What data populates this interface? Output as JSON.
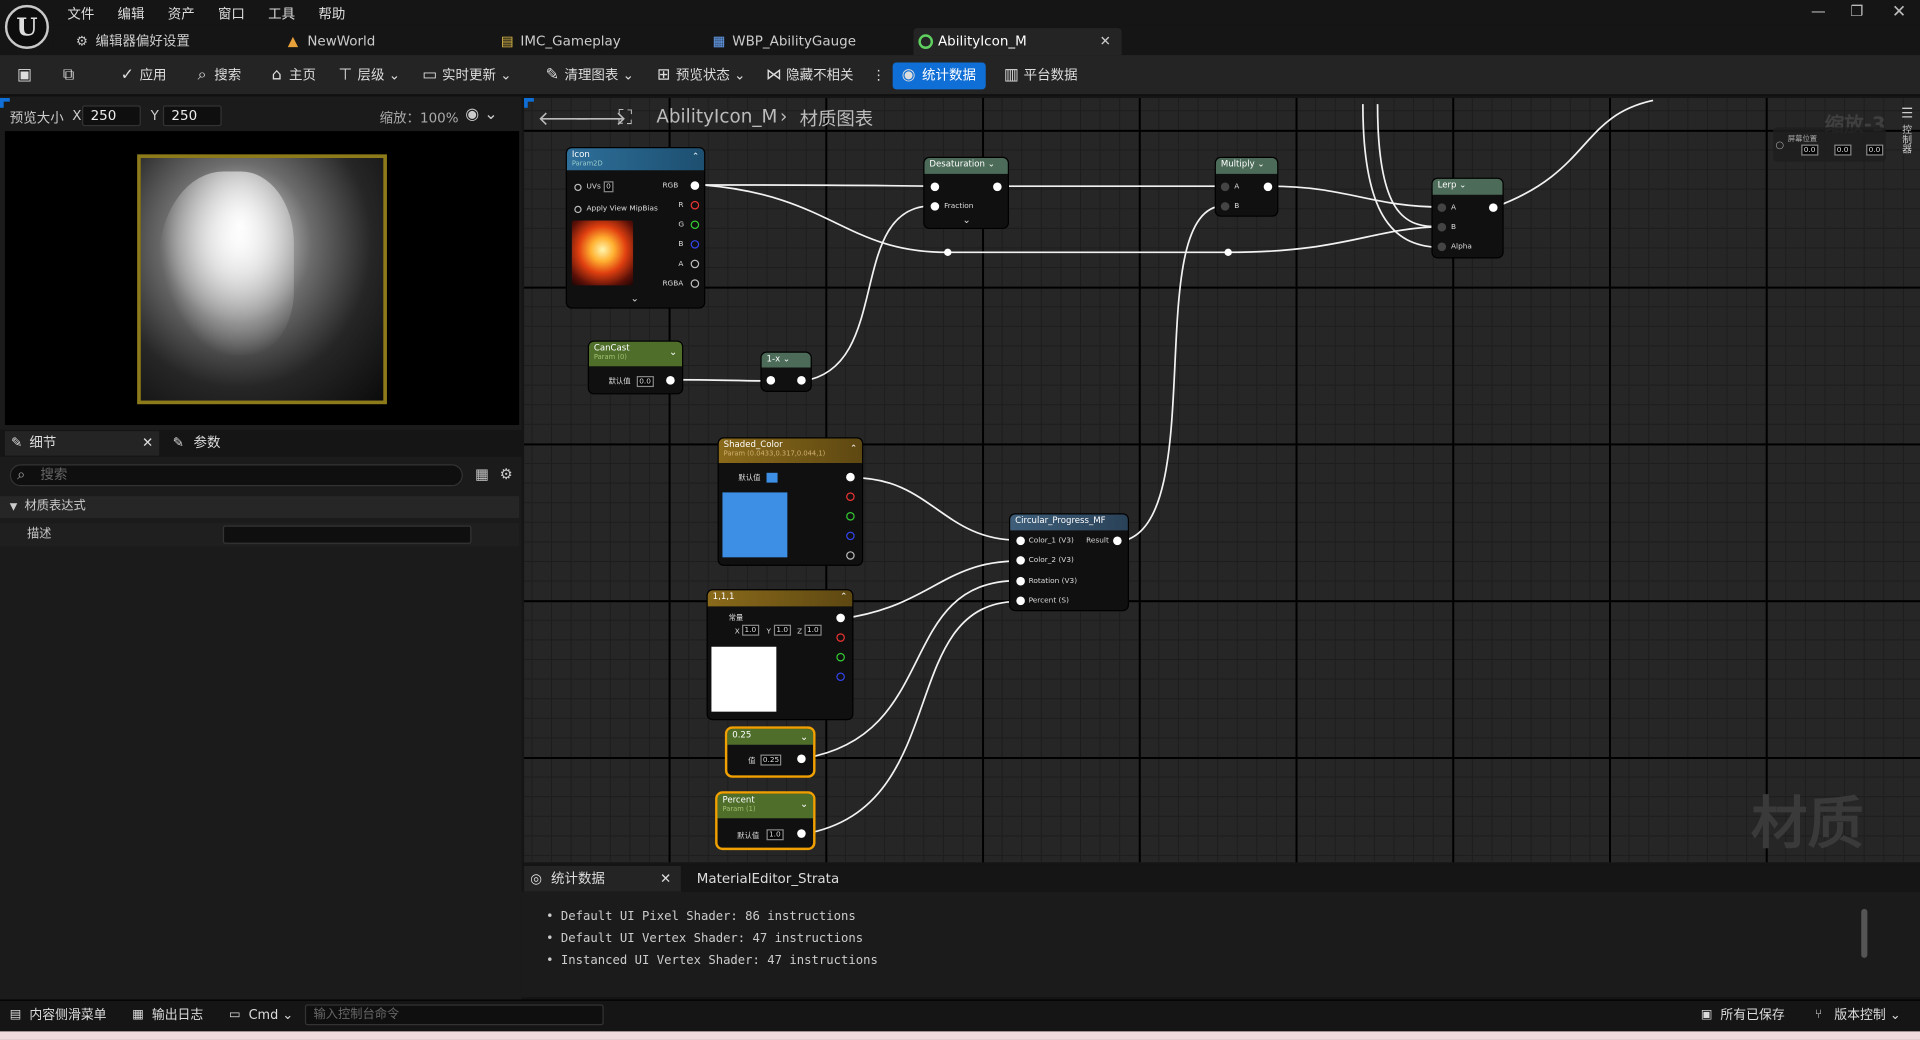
{
  "menu": {
    "items": [
      "文件",
      "编辑",
      "资产",
      "窗口",
      "工具",
      "帮助"
    ]
  },
  "tabs": [
    {
      "label": "编辑器偏好设置"
    },
    {
      "label": "NewWorld"
    },
    {
      "label": "IMC_Gameplay"
    },
    {
      "label": "WBP_AbilityGauge"
    },
    {
      "label": "AbilityIcon_M",
      "active": true
    }
  ],
  "toolbar": {
    "apply": "应用",
    "search": "搜索",
    "home": "主页",
    "hierarchy": "层级",
    "live_update": "实时更新",
    "clean_graph": "清理图表",
    "preview_state": "预览状态",
    "hide_unrelated": "隐藏不相关",
    "stats": "统计数据",
    "platform_stats": "平台数据"
  },
  "preview": {
    "size_label": "预览大小",
    "x_label": "X",
    "x_value": "250",
    "y_label": "Y",
    "y_value": "250",
    "zoom": "缩放：100%"
  },
  "details": {
    "tab_details": "细节",
    "tab_params": "参数",
    "search_placeholder": "搜索",
    "category": "材质表达式",
    "property_label": "描述"
  },
  "graph": {
    "breadcrumb_asset": "AbilityIcon_M",
    "breadcrumb_graph": "材质图表",
    "zoom": "缩放-3",
    "watermark": "材质",
    "screen_pos": "屏幕位置",
    "right_label": "控制器",
    "nodes": {
      "icon": {
        "title": "Icon",
        "sub": "Param2D",
        "uvs": "UVs",
        "uvs_val": "0",
        "mip": "Apply View MipBias",
        "out": [
          "RGB",
          "R",
          "G",
          "B",
          "A",
          "RGBA"
        ]
      },
      "desat": {
        "title": "Desaturation",
        "fraction": "Fraction"
      },
      "multiply": {
        "title": "Multiply",
        "a": "A",
        "b": "B"
      },
      "lerp": {
        "title": "Lerp",
        "a": "A",
        "b": "B",
        "alpha": "Alpha"
      },
      "cancast": {
        "title": "CanCast",
        "sub": "Param (0)",
        "label": "默认值",
        "value": "0.0"
      },
      "oneminus": {
        "title": "1-x"
      },
      "shaded": {
        "title": "Shaded_Color",
        "sub": "Param (0.0433,0.317,0.044,1)",
        "label": "默认值"
      },
      "circular": {
        "title": "Circular_Progress_MF",
        "inputs": [
          "Color_1 (V3)",
          "Color_2 (V3)",
          "Rotation (V3)",
          "Percent (S)"
        ],
        "result": "Result"
      },
      "const3": {
        "title": "1,1,1",
        "label": "常量",
        "x": "1.0",
        "y": "1.0",
        "z": "1.0"
      },
      "c025": {
        "title": "0.25",
        "label": "值",
        "value": "0.25"
      },
      "percent": {
        "title": "Percent",
        "sub": "Param (1)",
        "label": "默认值",
        "value": "1.0"
      }
    }
  },
  "stats": {
    "tab_stats": "统计数据",
    "tab_strata": "MaterialEditor_Strata",
    "lines": [
      "Default UI Pixel Shader: 86 instructions",
      "Default UI Vertex Shader: 47 instructions",
      "Instanced UI Vertex Shader: 47 instructions"
    ]
  },
  "statusbar": {
    "content_drawer": "内容侧滑菜单",
    "output_log": "输出日志",
    "cmd": "Cmd",
    "cmd_placeholder": "输入控制台命令",
    "all_saved": "所有已保存",
    "source_control": "版本控制"
  },
  "colors": {
    "accent": "#0f6fd6",
    "shaded_color": "#3d8fe6",
    "node_param_green": "#4e6e2a",
    "node_texture_blue": "#2e6f9a",
    "node_constant_gold": "#8a6a1a",
    "selection_orange": "#f0a000"
  }
}
